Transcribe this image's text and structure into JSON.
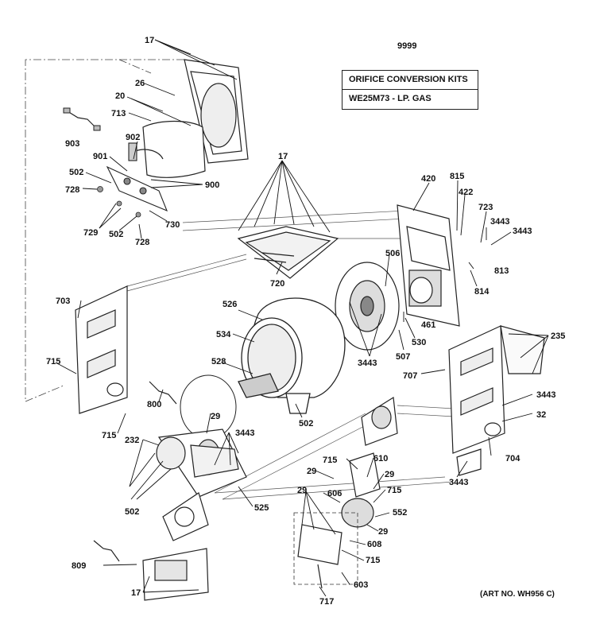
{
  "kit": {
    "ref": "9999",
    "title": "ORIFICE CONVERSION KITS",
    "item": "WE25M73 - LP. GAS"
  },
  "art_number": "(ART NO. WH956 C)",
  "labels": {
    "l17_top": "17",
    "l26": "26",
    "l20": "20",
    "l713": "713",
    "l903": "903",
    "l902": "902",
    "l901": "901",
    "l502_a": "502",
    "l728_a": "728",
    "l900": "900",
    "l729": "729",
    "l502_b": "502",
    "l730": "730",
    "l728_b": "728",
    "l17_mid": "17",
    "l720": "720",
    "l420": "420",
    "l815": "815",
    "l422": "422",
    "l723": "723",
    "l3443_a": "3443",
    "l3443_b": "3443",
    "l813": "813",
    "l814": "814",
    "l506": "506",
    "l461": "461",
    "l530": "530",
    "l507": "507",
    "l3443_c": "3443",
    "l526": "526",
    "l534": "534",
    "l528": "528",
    "l502_c": "502",
    "l703": "703",
    "l715_a": "715",
    "l800": "800",
    "l715_b": "715",
    "l235": "235",
    "l707": "707",
    "l3443_d": "3443",
    "l32": "32",
    "l704": "704",
    "l3443_e": "3443",
    "l232": "232",
    "l29_a": "29",
    "l3443_f": "3443",
    "l502_d": "502",
    "l525": "525",
    "l715_c": "715",
    "l610": "610",
    "l29_b": "29",
    "l29_c": "29",
    "l606": "606",
    "l715_d": "715",
    "l29_d": "29",
    "l552": "552",
    "l29_e": "29",
    "l608": "608",
    "l809": "809",
    "l715_e": "715",
    "l17_bot": "17",
    "l603": "603",
    "l717": "717"
  }
}
